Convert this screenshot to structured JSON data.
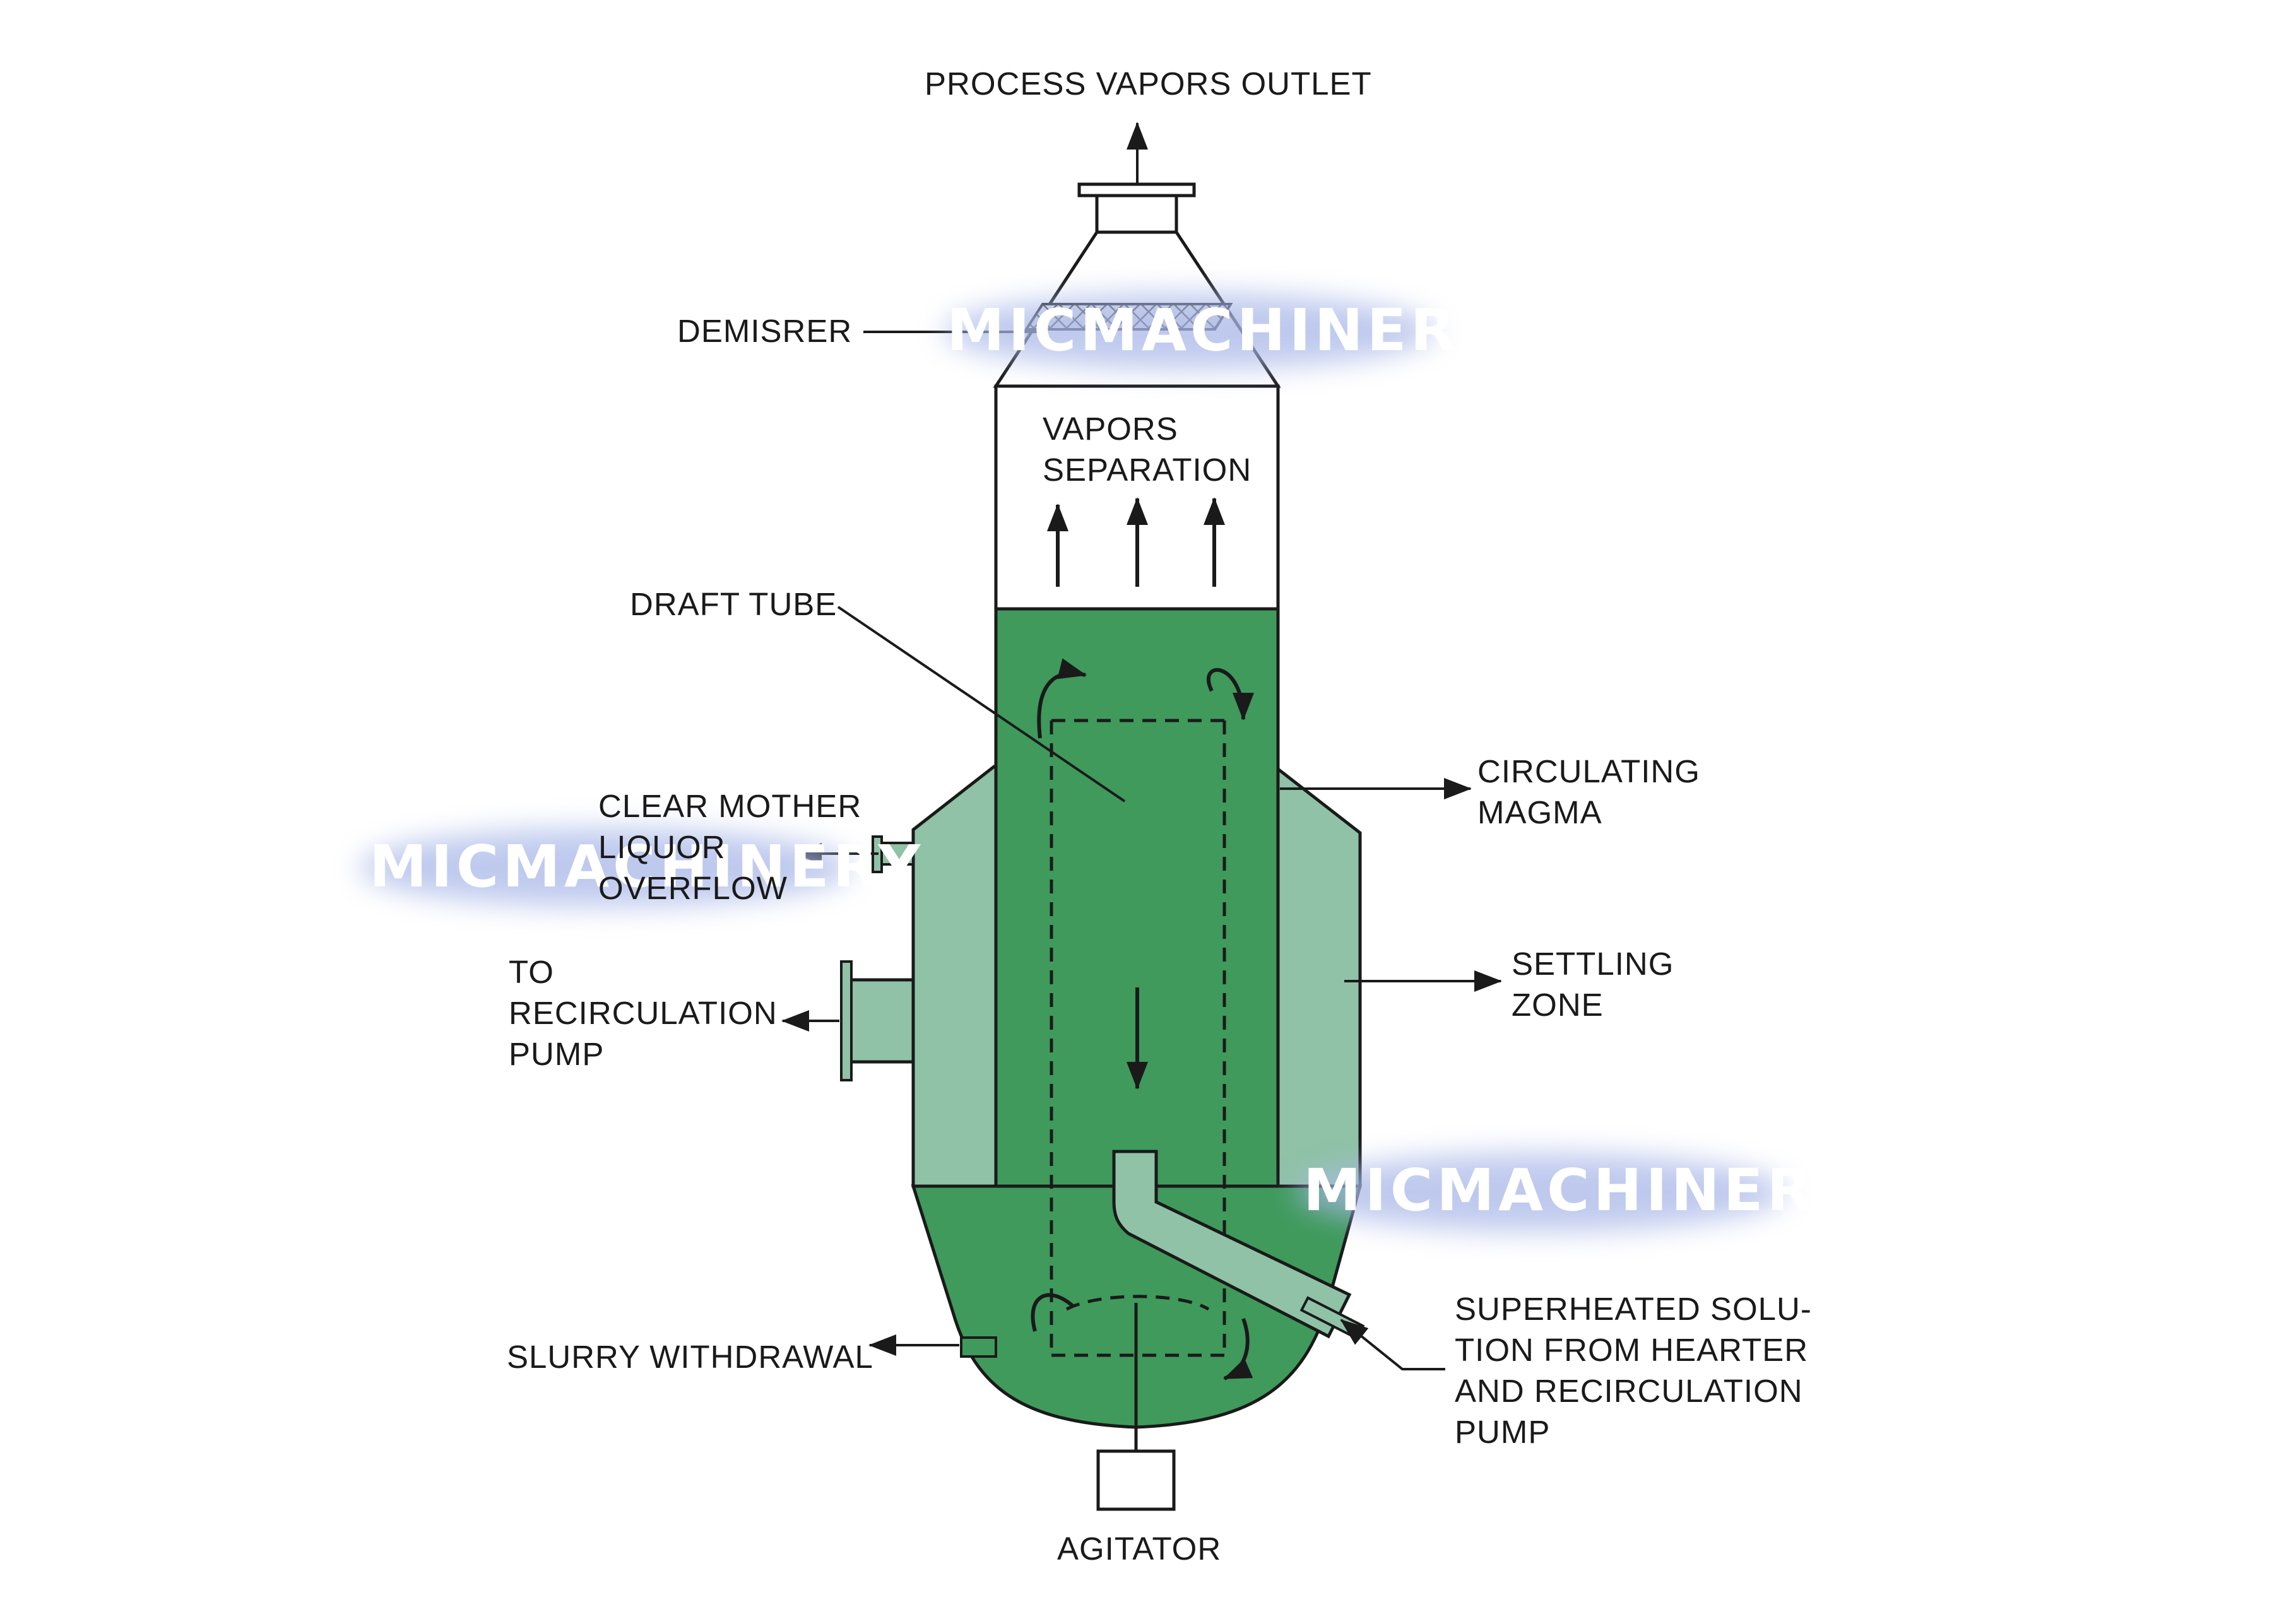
{
  "diagram": {
    "labels": {
      "process_vapors_outlet": "PROCESS VAPORS OUTLET",
      "demister": "DEMISRER",
      "vapors_separation": [
        "VAPORS",
        "SEPARATION"
      ],
      "draft_tube": "DRAFT TUBE",
      "circulating_magma": [
        "CIRCULATING",
        "MAGMA"
      ],
      "clear_mother_liquor_overflow": [
        "CLEAR MOTHER",
        "LIQUOR",
        "OVERFLOW"
      ],
      "settling_zone": [
        "SETTLING",
        "ZONE"
      ],
      "to_recirculation_pump": [
        "TO",
        "RECIRCULATION",
        "PUMP"
      ],
      "superheated_solution": [
        "SUPERHEATED SOLU-",
        "TION FROM HEARTER",
        "AND RECIRCULATION",
        "PUMP"
      ],
      "slurry_withdrawal": "SLURRY WITHDRAWAL",
      "agitator": "AGITATOR"
    },
    "watermark": "MICMACHINERY",
    "colors": {
      "vessel_green": "#3f9a5c",
      "settling_green": "#8fc2a6",
      "outline": "#1a1a1a",
      "watermark_glow": "#a9b8e8"
    }
  }
}
